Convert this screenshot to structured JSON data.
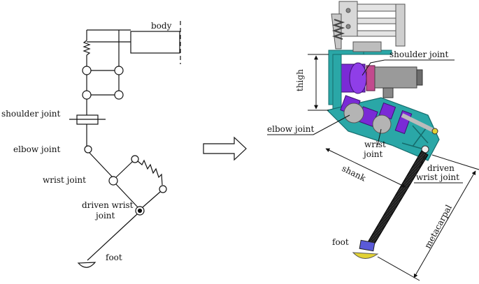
{
  "schematic": {
    "body": "body",
    "shoulder_joint": "shoulder joint",
    "elbow_joint": "elbow joint",
    "wrist_joint": "wrist joint",
    "driven_wrist_joint_line1": "driven wrist",
    "driven_wrist_joint_line2": "joint",
    "foot": "foot"
  },
  "model": {
    "shoulder_joint": "shoulder joint",
    "thigh": "thigh",
    "elbow_joint": "elbow joint",
    "wrist_joint_line1": "wrist",
    "wrist_joint_line2": "joint",
    "shank": "shank",
    "driven_wrist_joint_line1": "driven",
    "driven_wrist_joint_line2": "wrist joint",
    "metacarpal": "metacarpal",
    "foot": "foot"
  },
  "colors": {
    "line": "#111111",
    "teal": "#2aa7a7",
    "purple": "#7a2ad6",
    "grey": "#9a9a9a",
    "dark_grey": "#6c6c6c",
    "carbon": "#1a1a1a",
    "foot_yellow": "#e2d234",
    "foot_blue": "#5a5ad8",
    "magenta": "#c24a8e"
  }
}
